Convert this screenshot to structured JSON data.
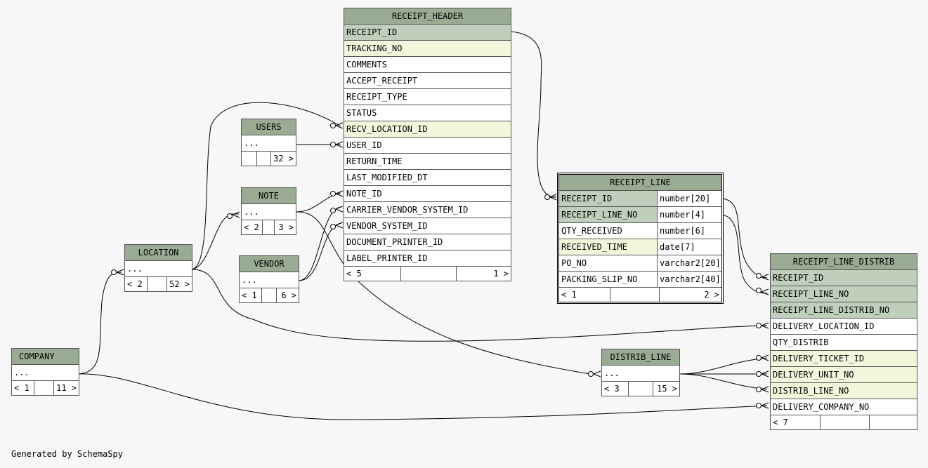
{
  "tables": {
    "receipt_header": {
      "name": "RECEIPT_HEADER",
      "columns": [
        "RECEIPT_ID",
        "TRACKING_NO",
        "COMMENTS",
        "ACCEPT_RECEIPT",
        "RECEIPT_TYPE",
        "STATUS",
        "RECV_LOCATION_ID",
        "USER_ID",
        "RETURN_TIME",
        "LAST_MODIFIED_DT",
        "NOTE_ID",
        "CARRIER_VENDOR_SYSTEM_ID",
        "VENDOR_SYSTEM_ID",
        "DOCUMENT_PRINTER_ID",
        "LABEL_PRINTER_ID"
      ],
      "parents": "< 5",
      "children": "1 >"
    },
    "receipt_line": {
      "name": "RECEIPT_LINE",
      "columns": [
        {
          "name": "RECEIPT_ID",
          "type": "number[20]"
        },
        {
          "name": "RECEIPT_LINE_NO",
          "type": "number[4]"
        },
        {
          "name": "QTY_RECEIVED",
          "type": "number[6]"
        },
        {
          "name": "RECEIVED_TIME",
          "type": "date[7]"
        },
        {
          "name": "PO_NO",
          "type": "varchar2[20]"
        },
        {
          "name": "PACKING_SLIP_NO",
          "type": "varchar2[40]"
        }
      ],
      "parents": "< 1",
      "children": "2 >"
    },
    "receipt_line_distrib": {
      "name": "RECEIPT_LINE_DISTRIB",
      "columns": [
        "RECEIPT_ID",
        "RECEIPT_LINE_NO",
        "RECEIPT_LINE_DISTRIB_NO",
        "DELIVERY_LOCATION_ID",
        "QTY_DISTRIB",
        "DELIVERY_TICKET_ID",
        "DELIVERY_UNIT_NO",
        "DISTRIB_LINE_NO",
        "DELIVERY_COMPANY_NO"
      ],
      "parents": "< 7",
      "children": ""
    },
    "users": {
      "name": "USERS",
      "body": "...",
      "parents": "",
      "children": "32 >"
    },
    "note": {
      "name": "NOTE",
      "body": "...",
      "parents": "< 2",
      "children": "3 >"
    },
    "vendor": {
      "name": "VENDOR",
      "body": "...",
      "parents": "< 1",
      "children": "6 >"
    },
    "location": {
      "name": "LOCATION",
      "body": "...",
      "parents": "< 2",
      "children": "52 >"
    },
    "company": {
      "name": "COMPANY",
      "body": "...",
      "parents": "< 1",
      "children": "11 >"
    },
    "distrib_line": {
      "name": "DISTRIB_LINE",
      "body": "...",
      "parents": "< 3",
      "children": "15 >"
    }
  },
  "footer": "Generated by SchemaSpy",
  "colors": {
    "header": "#9aab94",
    "primary_key": "#bfcfbb",
    "foreign_key": "#f4f6dc",
    "background": "#f7f7f7"
  }
}
